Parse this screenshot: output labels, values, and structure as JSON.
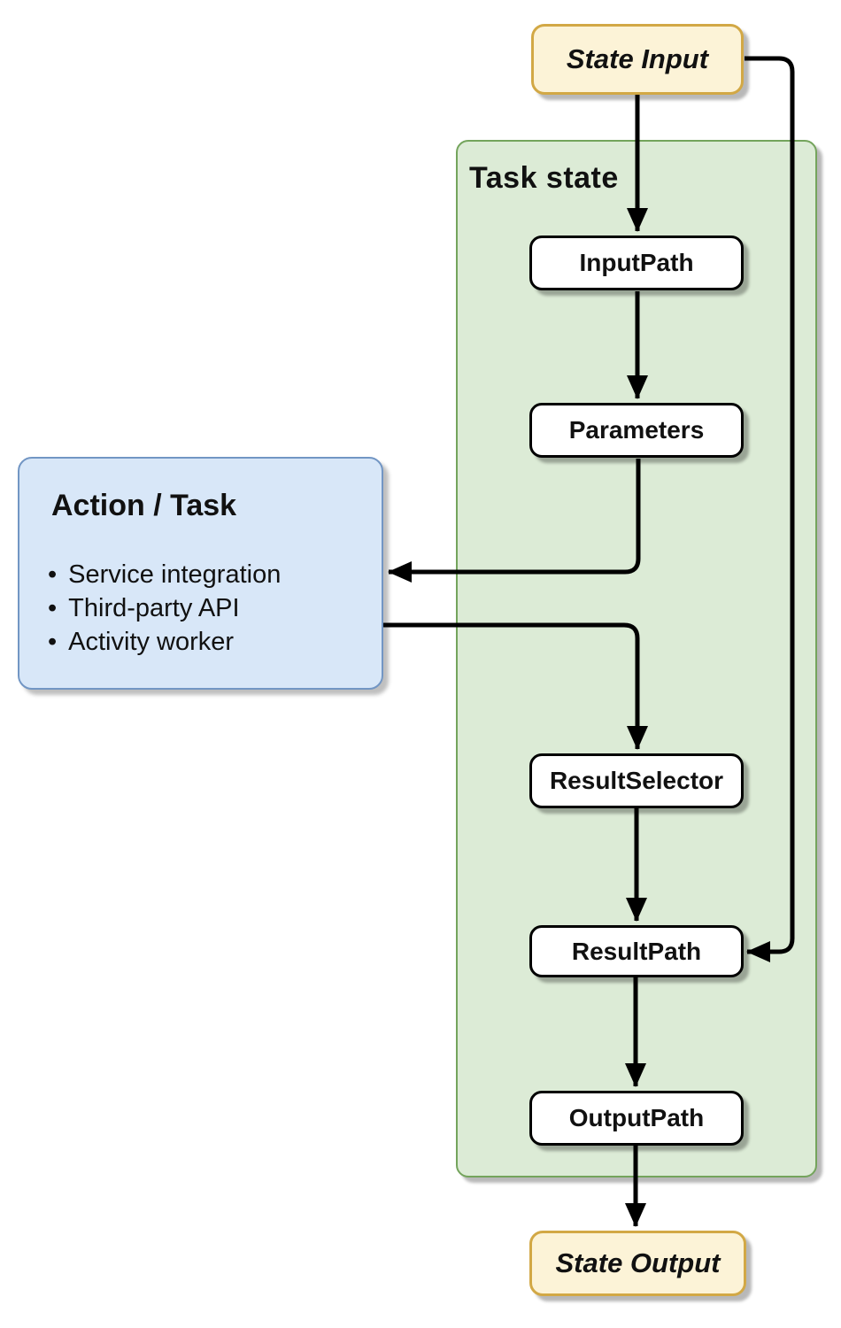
{
  "diagram": {
    "state_input_label": "State Input",
    "state_output_label": "State Output",
    "task_state_label": "Task state",
    "steps": [
      "InputPath",
      "Parameters",
      "ResultSelector",
      "ResultPath",
      "OutputPath"
    ],
    "action_task": {
      "title": "Action / Task",
      "bullets": [
        "Service integration",
        "Third-party API",
        "Activity worker"
      ]
    },
    "colors": {
      "terminal_fill": "#FCF3D7",
      "terminal_border": "#D2A845",
      "panel_fill": "#DCEBD6",
      "panel_border": "#74A45C",
      "action_fill": "#D8E7F8",
      "action_border": "#7296C4",
      "process_fill": "#FFFFFF",
      "process_border": "#000000",
      "arrow": "#000000"
    }
  }
}
